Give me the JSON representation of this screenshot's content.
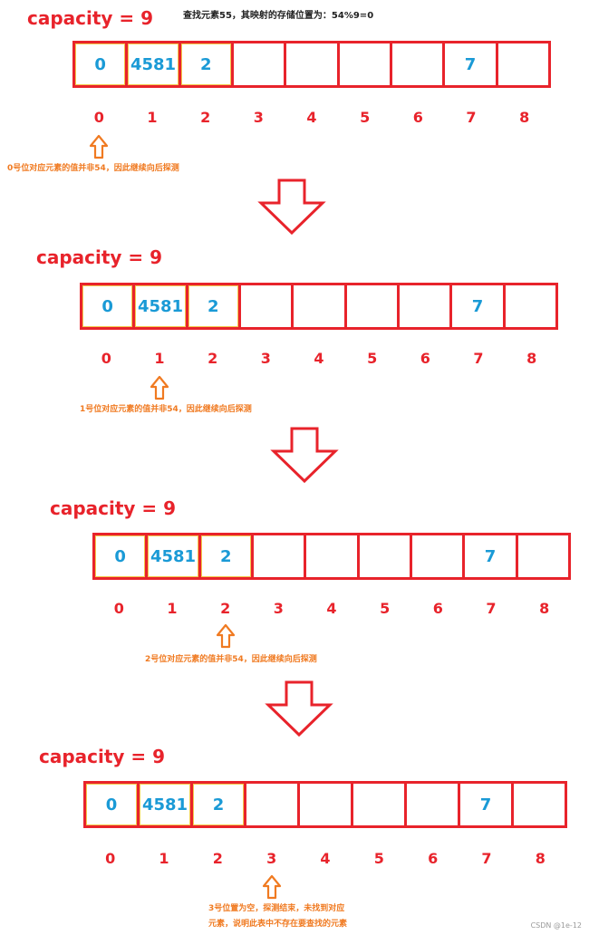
{
  "header_note": "查找元素55，其映射的存储位置为：54%9=0",
  "capacity_label": "capacity = 9",
  "cells": [
    "0",
    "4581",
    "2",
    "",
    "",
    "",
    "",
    "7",
    ""
  ],
  "indices": [
    "0",
    "1",
    "2",
    "3",
    "4",
    "5",
    "6",
    "7",
    "8"
  ],
  "panels": [
    {
      "pointer_index": 0,
      "note_lines": [
        "0号位对应元素的值并非54，因此继续向后探测"
      ]
    },
    {
      "pointer_index": 1,
      "note_lines": [
        "1号位对应元素的值并非54，因此继续向后探测"
      ]
    },
    {
      "pointer_index": 2,
      "note_lines": [
        "2号位对应元素的值并非54，因此继续向后探测"
      ]
    },
    {
      "pointer_index": 3,
      "note_lines": [
        "3号位置为空，探测结束，未找到对应",
        "元素，说明此表中不存在要查找的元素"
      ]
    }
  ],
  "watermark": "CSDN @1e-12",
  "colors": {
    "red": "#e8232b",
    "blue": "#1a9ad6",
    "orange": "#f07a21"
  }
}
